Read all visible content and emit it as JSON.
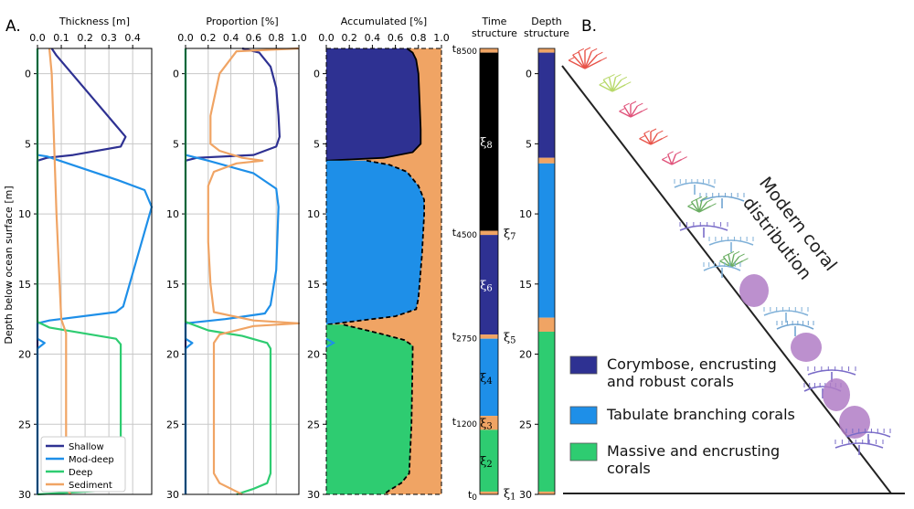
{
  "labels": {
    "panel_a": "A.",
    "panel_b": "B.",
    "ylabel": "Depth below ocean surface [m]",
    "modern_line1": "Modern coral",
    "modern_line2": "distribution"
  },
  "colors": {
    "shallow": "#2E3192",
    "moddeep": "#1E8FE8",
    "deep": "#2ECC71",
    "sediment": "#F0A464",
    "black": "#000000"
  },
  "chart_data": [
    {
      "type": "line",
      "title": "Thickness [m]",
      "xlim": [
        0,
        0.48
      ],
      "xticks": [
        "0.0",
        "0.1",
        "0.2",
        "0.3",
        "0.4"
      ],
      "ylim": [
        30,
        -1.8
      ],
      "yticks": [
        "0",
        "5",
        "10",
        "15",
        "20",
        "25",
        "30"
      ],
      "ylabel": "Depth below ocean surface [m]",
      "grid": true,
      "legend": "bottom-left",
      "series": [
        {
          "name": "Shallow",
          "points": [
            [
              0.06,
              -1.8
            ],
            [
              0.08,
              -1.3
            ],
            [
              0.37,
              4.5
            ],
            [
              0.35,
              5.2
            ],
            [
              0.15,
              5.8
            ],
            [
              0.04,
              6.0
            ],
            [
              0,
              6.2
            ],
            [
              0,
              30
            ]
          ]
        },
        {
          "name": "Mod-deep",
          "points": [
            [
              0,
              -1.8
            ],
            [
              0,
              5.8
            ],
            [
              0.04,
              5.9
            ],
            [
              0.34,
              7.6
            ],
            [
              0.45,
              8.3
            ],
            [
              0.48,
              9.5
            ],
            [
              0.36,
              16.6
            ],
            [
              0.33,
              17.0
            ],
            [
              0.05,
              17.6
            ],
            [
              0,
              17.8
            ],
            [
              0,
              18.9
            ],
            [
              0.03,
              19.2
            ],
            [
              0,
              19.6
            ],
            [
              0,
              30
            ]
          ]
        },
        {
          "name": "Deep",
          "points": [
            [
              0,
              -1.8
            ],
            [
              0,
              17.7
            ],
            [
              0.05,
              18.1
            ],
            [
              0.33,
              18.9
            ],
            [
              0.35,
              19.3
            ],
            [
              0.35,
              28.8
            ],
            [
              0.31,
              29.7
            ],
            [
              0,
              30
            ]
          ]
        },
        {
          "name": "Sediment",
          "points": [
            [
              0.05,
              -1.8
            ],
            [
              0.06,
              0
            ],
            [
              0.08,
              10
            ],
            [
              0.1,
              17.5
            ],
            [
              0.12,
              18.5
            ],
            [
              0.12,
              29.6
            ],
            [
              0.14,
              30
            ]
          ]
        }
      ]
    },
    {
      "type": "line",
      "title": "Proportion [%]",
      "xlim": [
        0,
        1.0
      ],
      "xticks": [
        "0.0",
        "0.2",
        "0.4",
        "0.6",
        "0.8",
        "1.0"
      ],
      "ylim": [
        30,
        -1.8
      ],
      "yticks": [
        "0",
        "5",
        "10",
        "15",
        "20",
        "25",
        "30"
      ],
      "grid": true,
      "series": [
        {
          "name": "Shallow",
          "points": [
            [
              0.5,
              -1.8
            ],
            [
              0.65,
              -1.5
            ],
            [
              0.75,
              -0.5
            ],
            [
              0.8,
              1
            ],
            [
              0.82,
              3
            ],
            [
              0.83,
              4.5
            ],
            [
              0.8,
              5.2
            ],
            [
              0.6,
              5.8
            ],
            [
              0.1,
              6.0
            ],
            [
              0,
              6.2
            ],
            [
              0,
              30
            ]
          ]
        },
        {
          "name": "Mod-deep",
          "points": [
            [
              0,
              -1.8
            ],
            [
              0,
              5.8
            ],
            [
              0.2,
              6.2
            ],
            [
              0.6,
              7.1
            ],
            [
              0.8,
              8.2
            ],
            [
              0.82,
              9.5
            ],
            [
              0.8,
              14
            ],
            [
              0.75,
              16.5
            ],
            [
              0.7,
              17.1
            ],
            [
              0.35,
              17.5
            ],
            [
              0,
              17.8
            ],
            [
              0,
              18.9
            ],
            [
              0.06,
              19.2
            ],
            [
              0,
              19.6
            ],
            [
              0,
              30
            ]
          ]
        },
        {
          "name": "Deep",
          "points": [
            [
              0,
              -1.8
            ],
            [
              0,
              17.7
            ],
            [
              0.2,
              18.3
            ],
            [
              0.5,
              18.7
            ],
            [
              0.72,
              19.2
            ],
            [
              0.75,
              19.6
            ],
            [
              0.75,
              28.5
            ],
            [
              0.72,
              29.2
            ],
            [
              0.6,
              29.6
            ],
            [
              0.45,
              30
            ]
          ]
        },
        {
          "name": "Sediment",
          "points": [
            [
              1.0,
              -1.8
            ],
            [
              0.45,
              -1.6
            ],
            [
              0.3,
              0
            ],
            [
              0.22,
              3
            ],
            [
              0.22,
              5
            ],
            [
              0.3,
              5.5
            ],
            [
              0.5,
              6.0
            ],
            [
              0.68,
              6.2
            ],
            [
              0.45,
              6.4
            ],
            [
              0.25,
              7
            ],
            [
              0.2,
              8
            ],
            [
              0.2,
              12
            ],
            [
              0.22,
              15
            ],
            [
              0.25,
              17
            ],
            [
              0.6,
              17.6
            ],
            [
              1.0,
              17.8
            ],
            [
              0.6,
              18
            ],
            [
              0.3,
              18.6
            ],
            [
              0.25,
              19.2
            ],
            [
              0.25,
              28.5
            ],
            [
              0.3,
              29.2
            ],
            [
              0.5,
              30
            ]
          ]
        }
      ]
    },
    {
      "type": "area",
      "title": "Accumulated [%]",
      "xlim": [
        0,
        1.0
      ],
      "xticks": [
        "0.0",
        "0.2",
        "0.4",
        "0.6",
        "0.8",
        "1.0"
      ],
      "ylim": [
        30,
        -1.8
      ],
      "yticks": [
        "0",
        "5",
        "10",
        "15",
        "20",
        "25",
        "30"
      ],
      "grid": false,
      "series": [
        {
          "name": "Shallow",
          "depth": [
            -1.8,
            -1.5,
            -1,
            0,
            2,
            4,
            5,
            5.6,
            6.0,
            6.2
          ],
          "upper": [
            0.7,
            0.75,
            0.78,
            0.8,
            0.81,
            0.82,
            0.82,
            0.75,
            0.5,
            0.0
          ]
        },
        {
          "name": "Mod-deep",
          "depth": [
            6.2,
            6.5,
            7,
            8,
            9,
            10,
            13,
            16,
            16.8,
            17.3,
            17.6,
            17.9
          ],
          "upper": [
            0.35,
            0.55,
            0.7,
            0.8,
            0.85,
            0.85,
            0.83,
            0.8,
            0.78,
            0.6,
            0.3,
            0.0
          ]
        },
        {
          "name": "Deep",
          "depth": [
            17.9,
            18.2,
            18.6,
            19.0,
            19.4,
            20,
            25,
            28.5,
            29.2,
            29.7,
            30
          ],
          "upper": [
            0.15,
            0.3,
            0.5,
            0.68,
            0.75,
            0.75,
            0.74,
            0.72,
            0.65,
            0.55,
            0.5
          ]
        },
        {
          "name": "Sediment",
          "upper": 1.0
        }
      ]
    },
    {
      "type": "bar",
      "title": "Time\nstructure",
      "segments": [
        {
          "from": -1.8,
          "to": -1.5,
          "color": "sediment"
        },
        {
          "from": -1.5,
          "to": 11.2,
          "color": "black",
          "label": "ξ8"
        },
        {
          "from": 11.2,
          "to": 11.5,
          "color": "sediment",
          "label": "ξ7"
        },
        {
          "from": 11.5,
          "to": 18.6,
          "color": "shallow",
          "label": "ξ6"
        },
        {
          "from": 18.6,
          "to": 18.9,
          "color": "sediment",
          "label": "ξ5"
        },
        {
          "from": 18.9,
          "to": 24.4,
          "color": "moddeep",
          "label": "ξ4"
        },
        {
          "from": 24.4,
          "to": 25.4,
          "color": "sediment",
          "label": "ξ3"
        },
        {
          "from": 25.4,
          "to": 29.8,
          "color": "deep",
          "label": "ξ2"
        },
        {
          "from": 29.8,
          "to": 30,
          "color": "sediment",
          "label": "ξ1"
        }
      ],
      "time_labels": [
        {
          "text": "t8500",
          "depth": -1.8
        },
        {
          "text": "t4500",
          "depth": 11.3
        },
        {
          "text": "t2750",
          "depth": 18.7
        },
        {
          "text": "t1200",
          "depth": 24.8
        },
        {
          "text": "t0",
          "depth": 30
        }
      ]
    },
    {
      "type": "bar",
      "title": "Depth\nstructure",
      "yticks": [
        "0",
        "5",
        "10",
        "15",
        "20",
        "25",
        "30"
      ],
      "segments": [
        {
          "from": -1.8,
          "to": -1.5,
          "color": "sediment"
        },
        {
          "from": -1.5,
          "to": 6.0,
          "color": "shallow"
        },
        {
          "from": 6.0,
          "to": 6.4,
          "color": "sediment"
        },
        {
          "from": 6.4,
          "to": 17.4,
          "color": "moddeep"
        },
        {
          "from": 17.4,
          "to": 18.4,
          "color": "sediment"
        },
        {
          "from": 18.4,
          "to": 29.8,
          "color": "deep"
        },
        {
          "from": 29.8,
          "to": 30,
          "color": "sediment"
        }
      ]
    }
  ],
  "panel_b": {
    "legend": [
      {
        "lines": [
          "Corymbose, encrusting",
          "and robust corals"
        ],
        "color": "shallow"
      },
      {
        "lines": [
          "Tabulate branching corals"
        ],
        "color": "moddeep"
      },
      {
        "lines": [
          "Massive and encrusting",
          "corals"
        ],
        "color": "deep"
      }
    ]
  }
}
